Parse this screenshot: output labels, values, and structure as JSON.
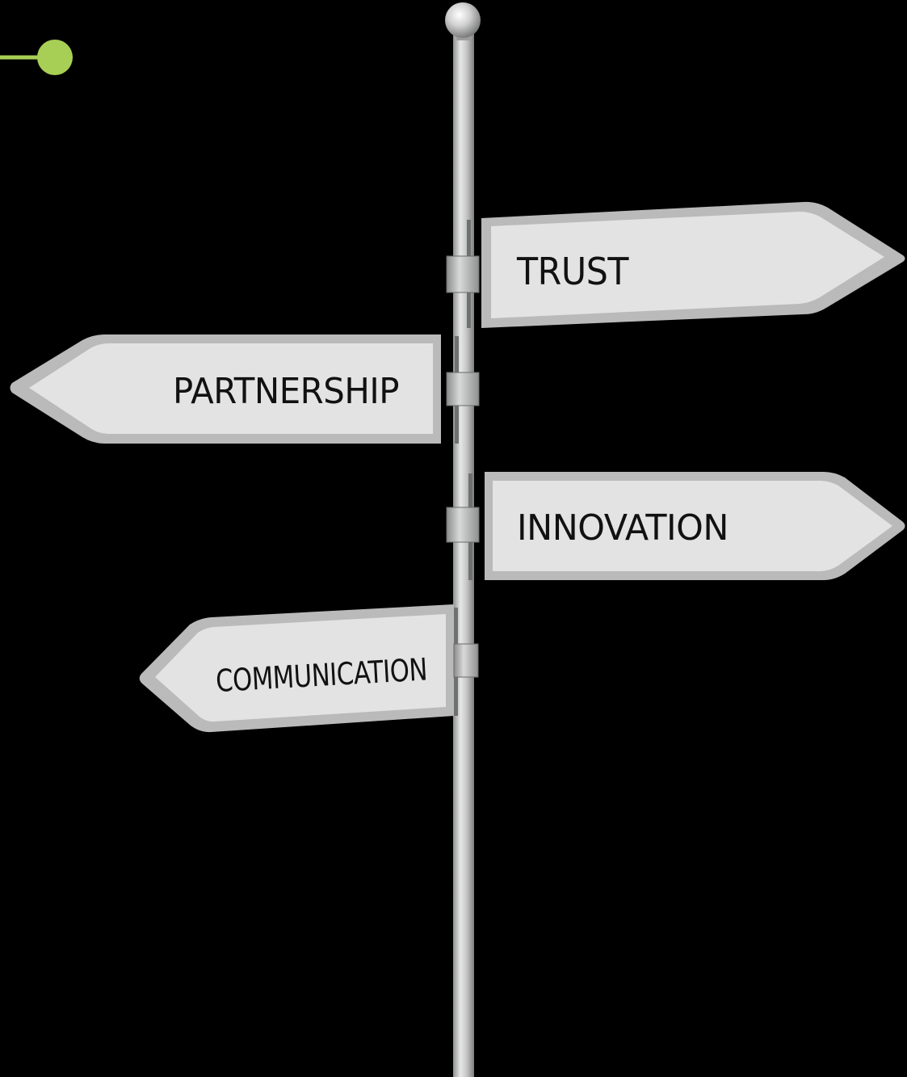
{
  "colors": {
    "background": "#000000",
    "accent": "#a8cf55",
    "sign_face": "#e2e3e2",
    "sign_border": "#b9bab9",
    "pole": "#b7b8b7",
    "text": "#111111"
  },
  "signs": {
    "trust": {
      "label": "TRUST",
      "direction": "right"
    },
    "partnership": {
      "label": "PARTNERSHIP",
      "direction": "left"
    },
    "innovation": {
      "label": "INNOVATION",
      "direction": "right"
    },
    "communication": {
      "label": "COMMUNICATION",
      "direction": "left"
    }
  }
}
